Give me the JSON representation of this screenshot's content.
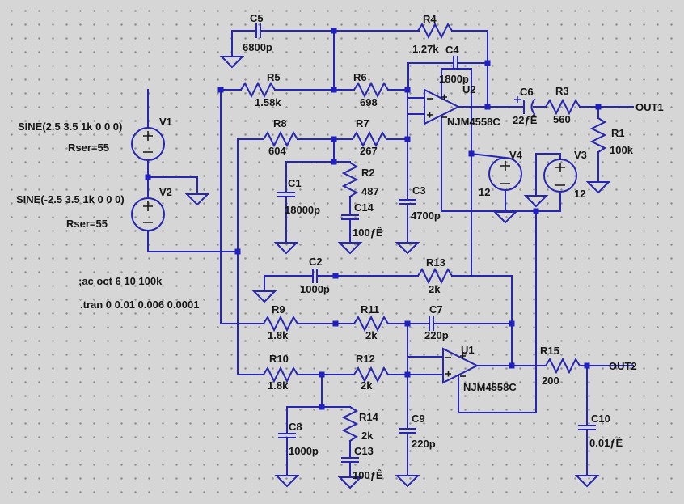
{
  "colors": {
    "wire": "#2626b0",
    "text": "#161616",
    "background": "#d6d6d6",
    "grid_dot": "#8e8e8e"
  },
  "directives": {
    "ac": ";ac oct 6 10 100k",
    "tran": ".tran 0 0.01 0.006 0.0001"
  },
  "ports": {
    "out1": "OUT1",
    "out2": "OUT2"
  },
  "opamps": {
    "u2": {
      "name": "U2",
      "part": "NJM4558C"
    },
    "u1": {
      "name": "U1",
      "part": "NJM4558C"
    }
  },
  "sources": {
    "v1": {
      "name": "V1",
      "value": "SINE(2.5 3.5 1k 0 0 0)",
      "rser": "Rser=55"
    },
    "v2": {
      "name": "V2",
      "value": "SINE(-2.5 3.5 1k 0 0 0)",
      "rser": "Rser=55"
    },
    "v3": {
      "name": "V3",
      "value": "12"
    },
    "v4": {
      "name": "V4",
      "value": "12"
    }
  },
  "resistors": {
    "r1": {
      "name": "R1",
      "value": "100k"
    },
    "r2": {
      "name": "R2",
      "value": "487"
    },
    "r3": {
      "name": "R3",
      "value": "560"
    },
    "r4": {
      "name": "R4",
      "value": "1.27k"
    },
    "r5": {
      "name": "R5",
      "value": "1.58k"
    },
    "r6": {
      "name": "R6",
      "value": "698"
    },
    "r7": {
      "name": "R7",
      "value": "267"
    },
    "r8": {
      "name": "R8",
      "value": "604"
    },
    "r9": {
      "name": "R9",
      "value": "1.8k"
    },
    "r10": {
      "name": "R10",
      "value": "1.8k"
    },
    "r11": {
      "name": "R11",
      "value": "2k"
    },
    "r12": {
      "name": "R12",
      "value": "2k"
    },
    "r13": {
      "name": "R13",
      "value": "2k"
    },
    "r14": {
      "name": "R14",
      "value": "2k"
    },
    "r15": {
      "name": "R15",
      "value": "200"
    }
  },
  "capacitors": {
    "c1": {
      "name": "C1",
      "value": "18000p"
    },
    "c2": {
      "name": "C2",
      "value": "1000p"
    },
    "c3": {
      "name": "C3",
      "value": "4700p"
    },
    "c4": {
      "name": "C4",
      "value": "1800p"
    },
    "c5": {
      "name": "C5",
      "value": "6800p"
    },
    "c6": {
      "name": "C6",
      "value": "22ƒÊ"
    },
    "c7": {
      "name": "C7",
      "value": "220p"
    },
    "c8": {
      "name": "C8",
      "value": "1000p"
    },
    "c9": {
      "name": "C9",
      "value": "220p"
    },
    "c10": {
      "name": "C10",
      "value": "0.01ƒÊ"
    },
    "c13": {
      "name": "C13",
      "value": "100ƒÊ"
    },
    "c14": {
      "name": "C14",
      "value": "100ƒÊ"
    }
  }
}
